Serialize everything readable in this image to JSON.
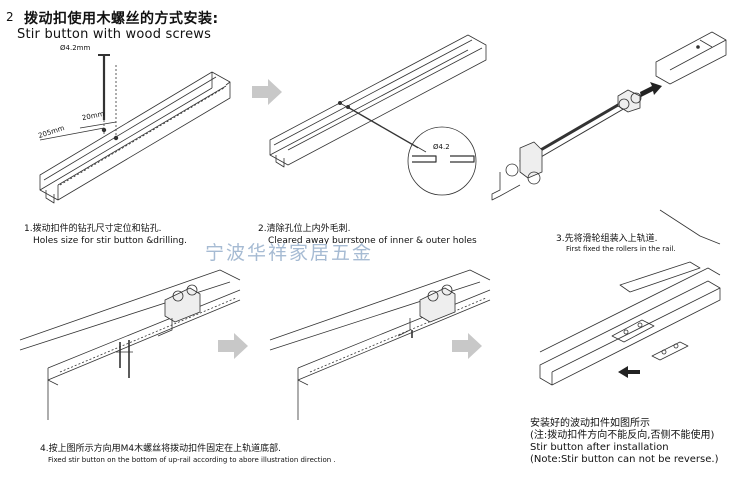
{
  "header": {
    "step_number": "2",
    "title_zh": "拨动扣使用木螺丝的方式安装:",
    "title_en": "Stir button with wood screws"
  },
  "dimensions": {
    "screw": "Ø4.2mm",
    "offset": "20mm",
    "length": "205mm",
    "hole": "Ø4.2"
  },
  "steps": [
    {
      "zh": "1.拨动扣件的钻孔尺寸定位和钻孔.",
      "en": "Holes size for stir button &drilling."
    },
    {
      "zh": "2.清除孔位上内外毛刺.",
      "en": "Cleared away burrstone of inner & outer holes"
    },
    {
      "zh": "3.先将滑轮组装入上轨道.",
      "en": "First fixed the rollers in the rail."
    },
    {
      "zh": "4.按上图所示方向用M4木螺丝将拨动扣件固定在上轨道底部.",
      "en": "Fixed stir button on the bottom of up-rail according to abore illustration direction ."
    },
    {
      "zh1": "安装好的波动扣件如图所示",
      "zh2": "(注:拨动扣件方向不能反向,否侧不能使用)",
      "en1": "Stir button after installation",
      "en2": "(Note:Stir button can not be reverse.)"
    }
  ],
  "watermark": "宁波华祥家居五金",
  "colors": {
    "line": "#333333",
    "arrow": "#c8c8c8",
    "watermark": "#9db4cf",
    "dark_arrow": "#222222"
  }
}
